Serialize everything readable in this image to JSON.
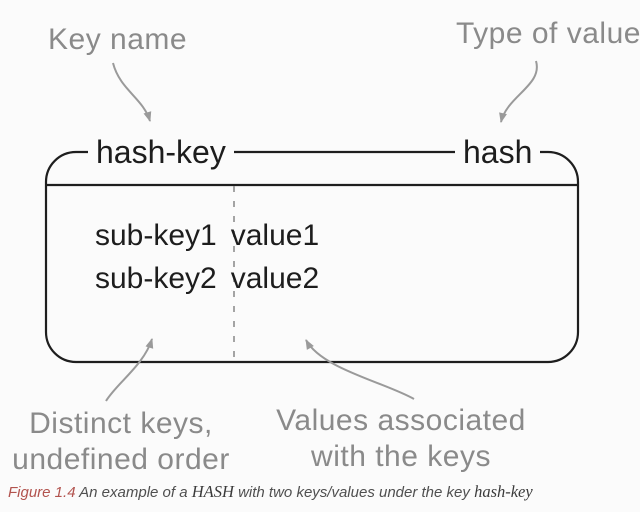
{
  "diagram": {
    "annotations": {
      "key_name": "Key name",
      "type_of_value": "Type of value",
      "distinct_keys_line1": "Distinct keys,",
      "distinct_keys_line2": "undefined order",
      "values_line1": "Values associated",
      "values_line2": "with the keys"
    },
    "box": {
      "key_label": "hash-key",
      "type_label": "hash",
      "rows": [
        {
          "sub_key": "sub-key1",
          "value": "value1"
        },
        {
          "sub_key": "sub-key2",
          "value": "value2"
        }
      ]
    },
    "colors": {
      "box_line": "#1e1e1e",
      "annotation_gray": "#8a8a8a",
      "arrow_gray": "#9a9a9a",
      "figure_label_red": "#b2534e",
      "background": "#fbfbfb"
    }
  },
  "caption": {
    "figure_label": "Figure 1.4",
    "text_part1": "An example of a",
    "emph1": "HASH",
    "text_part2": "with two keys/values under the key",
    "emph2": "hash-key"
  }
}
